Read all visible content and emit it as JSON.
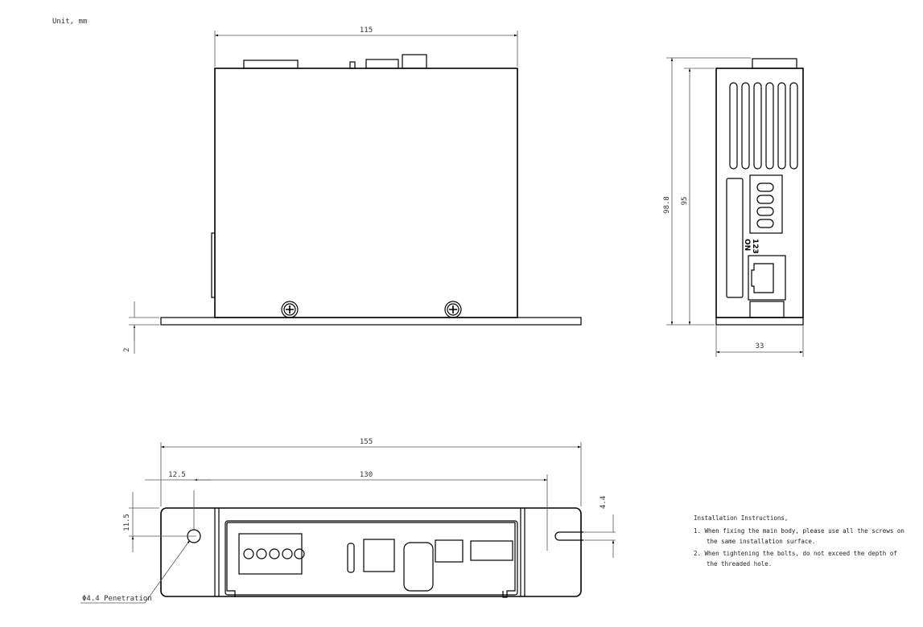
{
  "unit_label": "Unit, mm",
  "top_view": {
    "width_dim": "115",
    "plate_thickness_dim": "2"
  },
  "side_view": {
    "total_height_dim": "98.8",
    "body_height_dim": "95",
    "depth_dim": "33",
    "dip_numbers": "123",
    "dip_on": "ON"
  },
  "bottom_view": {
    "overall_length_dim": "155",
    "edge_offset_dim": "12.5",
    "hole_spacing_dim": "130",
    "hole_edge_dim": "11.5",
    "slot_width_dim": "4.4",
    "hole_callout": "Φ4.4 Penetration"
  },
  "instructions": {
    "title": "Installation Instructions,",
    "items": [
      {
        "line1": "1. When fixing the main body, please use all the screws on",
        "line2": "the same installation surface."
      },
      {
        "line1": "2. When tightening the bolts, do not exceed the depth of",
        "line2": "the threaded hole."
      }
    ]
  }
}
